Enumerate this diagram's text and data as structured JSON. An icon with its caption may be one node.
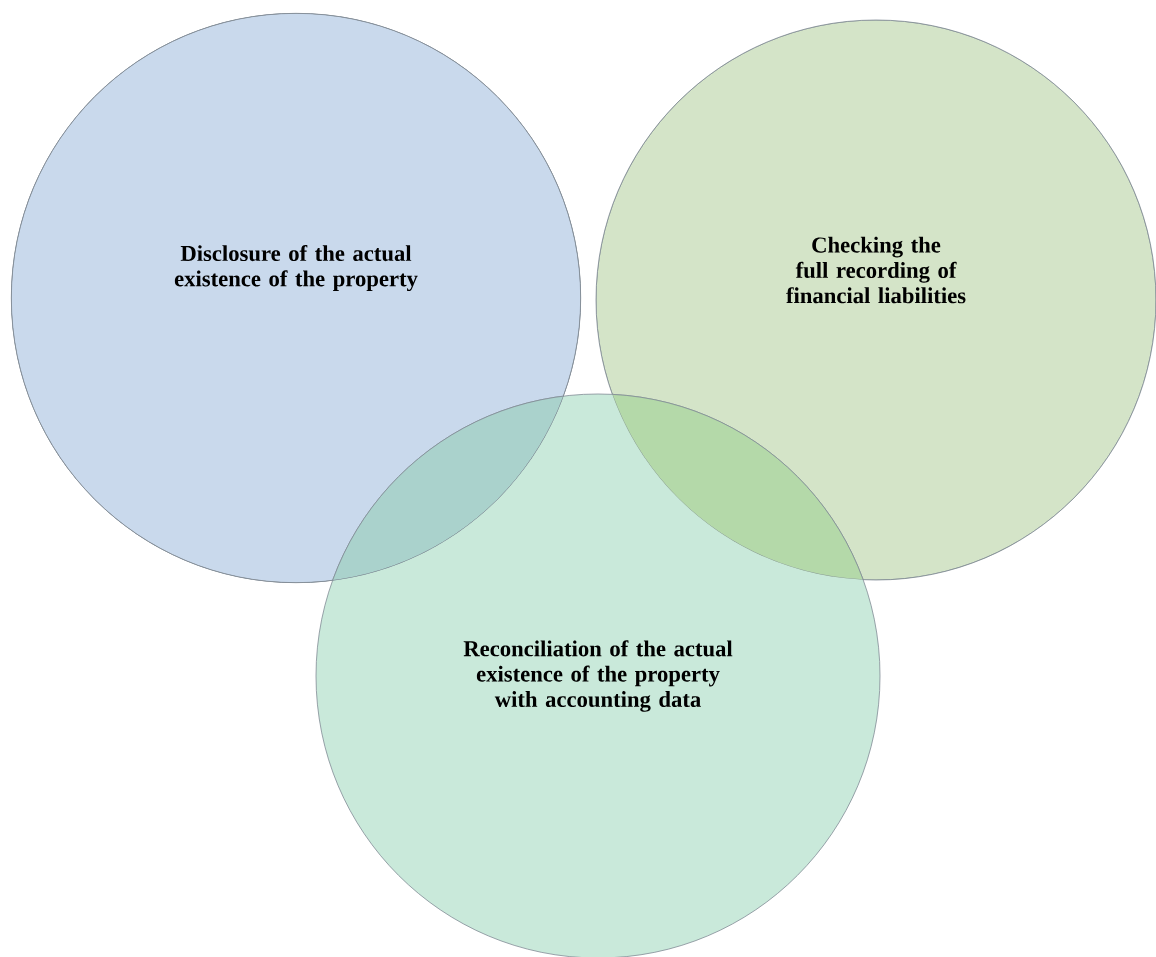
{
  "diagram": {
    "nodes": [
      {
        "text": [
          "Disclosure of the actual existence of the property"
        ]
      },
      {
        "text": [
          "Checking the full recording of financial liabilities"
        ]
      },
      {
        "text": [
          "Reconciliation of the actual existence of the property with accounting data"
        ]
      }
    ]
  }
}
